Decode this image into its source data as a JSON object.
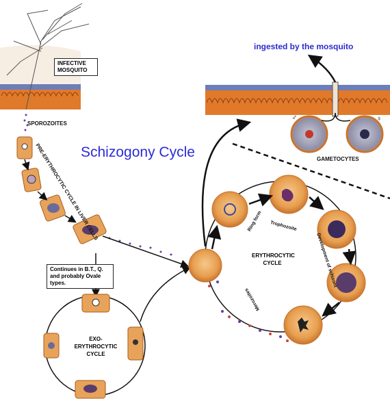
{
  "title": "Schizogony Cycle",
  "mosquito_note": "ingested by the mosquito",
  "labels": {
    "infective_mosquito": "INFECTIVE MOSQUITO",
    "sporozoites": "SPOROZOITES",
    "pre_erythrocytic": "PRE-ERYTHROCYTIC CYCLE IN LIVER CELLS",
    "continues_note": "Continues in B.T., Q. and probably Ovale types.",
    "exo_erythrocytic": "EXO-ERYTHROCYTIC CYCLE",
    "gametocytes": "GAMETOCYTES",
    "erythrocytic": "ERYTHROCYTIC CYCLE",
    "ring_form": "Ring form",
    "trophozoite": "Trophozoite",
    "development_of_schizont": "Development of schizont",
    "merozoites": "Merozoites",
    "male_symbol": "♂",
    "female_symbol": "♀"
  },
  "colors": {
    "title": "#2b2bd6",
    "skin": "#e07a2a",
    "skin_band": "#6c7fb8",
    "cell": "#e8a35a",
    "cell_edge": "#c57a34"
  }
}
